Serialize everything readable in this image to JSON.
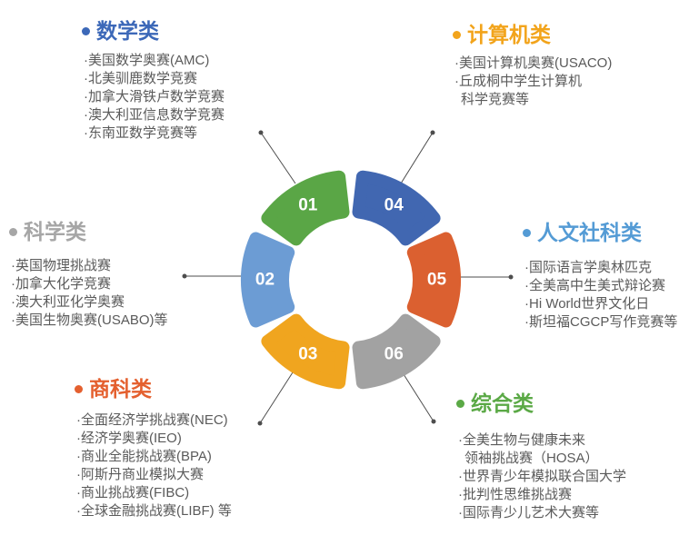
{
  "palette": {
    "connector": "#4d4d4d",
    "list_text": "#5a5a5a",
    "number_text": "#ffffff",
    "background": "#ffffff"
  },
  "donut": {
    "segments": [
      {
        "number": "01",
        "color": "#5aa646"
      },
      {
        "number": "02",
        "color": "#6c9cd4"
      },
      {
        "number": "03",
        "color": "#f0a51f"
      },
      {
        "number": "04",
        "color": "#4167b1"
      },
      {
        "number": "05",
        "color": "#db6030"
      },
      {
        "number": "06",
        "color": "#a2a2a2"
      }
    ]
  },
  "categories": [
    {
      "id": "math",
      "title": "数学类",
      "color": "#3c68b8",
      "items": [
        "·美国数学奥赛(AMC)",
        "·北美驯鹿数学竞赛",
        "·加拿大滑铁卢数学竞赛",
        "·澳大利亚信息数学竞赛",
        "·东南亚数学竞赛等"
      ]
    },
    {
      "id": "computer",
      "title": "计算机类",
      "color": "#f2a41c",
      "items": [
        "·美国计算机奥赛(USACO)",
        "·丘成桐中学生计算机",
        "科学竞赛等"
      ]
    },
    {
      "id": "science",
      "title": "科学类",
      "color": "#a6a6a6",
      "items": [
        "·英国物理挑战赛",
        "·加拿大化学竞赛",
        "·澳大利亚化学奥赛",
        "·美国生物奥赛(USABO)等"
      ]
    },
    {
      "id": "humanities",
      "title": "人文社科类",
      "color": "#549bd5",
      "items": [
        "·国际语言学奥林匹克",
        "·全美高中生美式辩论赛",
        "·Hi World世界文化日",
        "·斯坦福CGCP写作竞赛等"
      ]
    },
    {
      "id": "business",
      "title": "商科类",
      "color": "#e4602f",
      "items": [
        "·全面经济学挑战赛(NEC)",
        "·经济学奥赛(IEO)",
        "·商业全能挑战赛(BPA)",
        "·阿斯丹商业模拟大赛",
        "·商业挑战赛(FIBC)",
        "·全球金融挑战赛(LIBF) 等"
      ]
    },
    {
      "id": "comprehensive",
      "title": "综合类",
      "color": "#5ba946",
      "items": [
        "·全美生物与健康未来",
        "领袖挑战赛（HOSA）",
        "·世界青少年模拟联合国大学",
        "·批判性思维挑战赛",
        "·国际青少儿艺术大赛等"
      ]
    }
  ]
}
